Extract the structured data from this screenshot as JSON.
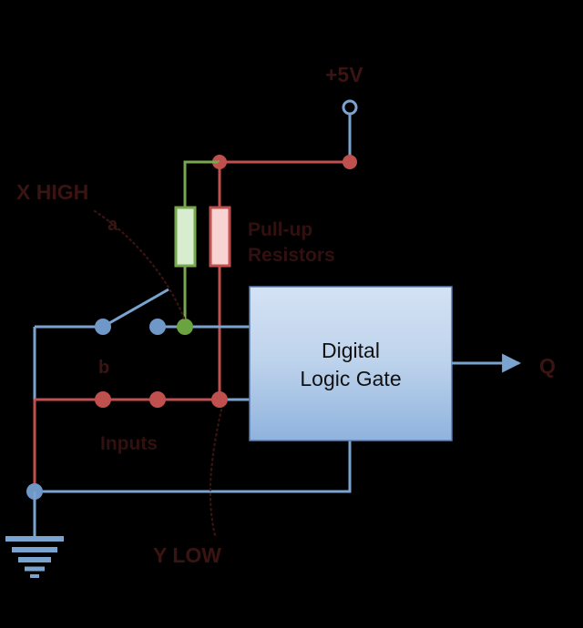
{
  "diagram": {
    "title_supply": "+5V",
    "output_label": "Q",
    "gate": {
      "line1": "Digital",
      "line2": "Logic Gate"
    },
    "annotations": {
      "x_state": "X HIGH",
      "y_state": "Y LOW",
      "pullup_line1": "Pull-up",
      "pullup_line2": "Resistors",
      "inputs": "Inputs",
      "switch_a": "a",
      "switch_b": "b"
    },
    "colors": {
      "wire_blue": "#7ba3cf",
      "wire_red": "#c0504d",
      "wire_green": "#77a84f",
      "resistor_green_fill": "#d8ecd0",
      "resistor_red_fill": "#f7d3d2",
      "gate_fill_top": "#cfdff2",
      "gate_fill_bottom": "#8fb3dd",
      "background": "#000000",
      "annotation_text": "#3a1412"
    }
  }
}
